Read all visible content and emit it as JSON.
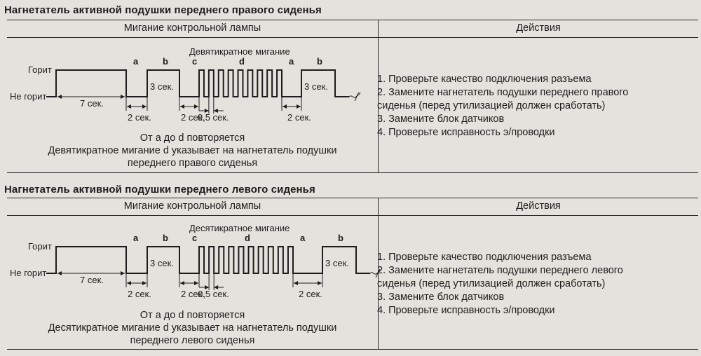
{
  "sections": [
    {
      "title": "Нагнетатель активной подушки переднего правого сиденья",
      "header_left": "Мигание контрольной лампы",
      "header_right": "Действия",
      "diagram": {
        "label_on": "Горит",
        "label_off": "Не горит",
        "pattern_label": "Девятикратное мигание",
        "pulse_count": 9,
        "letters": [
          "a",
          "b",
          "c",
          "d",
          "a",
          "b"
        ],
        "t7": "7 сек.",
        "t3a": "3 сек.",
        "t2a": "2 сек.",
        "t2b": "2 сек.",
        "t05": "0,5 сек.",
        "t2c": "2 сек.",
        "t3b": "3 сек."
      },
      "caption": [
        "От a до d повторяется",
        "Девятикратное мигание d указывает на нагнетатель подушки",
        "переднего правого сиденья"
      ],
      "actions": [
        "1. Проверьте качество подключения разъема",
        "2. Замените нагнетатель подушки переднего правого",
        "сиденья (перед утилизацией должен сработать)",
        "3. Замените блок датчиков",
        "4. Проверьте исправность э/проводки"
      ]
    },
    {
      "title": "Нагнетатель активной подушки переднего левого сиденья",
      "header_left": "Мигание контрольной лампы",
      "header_right": "Действия",
      "diagram": {
        "label_on": "Горит",
        "label_off": "Не горит",
        "pattern_label": "Десятикратное мигание",
        "pulse_count": 10,
        "letters": [
          "a",
          "b",
          "c",
          "d",
          "a",
          "b"
        ],
        "t7": "7 сек.",
        "t3a": "3 сек.",
        "t2a": "2 сек.",
        "t2b": "2 сек.",
        "t05": "0,5 сек.",
        "t2c": "2 сек.",
        "t3b": "3 сек."
      },
      "caption": [
        "От a до d повторяется",
        "Десятикратное мигание d указывает на нагнетатель подушки",
        "переднего левого сиденья"
      ],
      "actions": [
        "1. Проверьте качество подключения разъема",
        "2. Замените нагнетатель подушки переднего левого",
        "сиденья (перед утилизацией должен сработать)",
        "3. Замените блок датчиков",
        "4. Проверьте исправность э/проводки"
      ]
    }
  ]
}
